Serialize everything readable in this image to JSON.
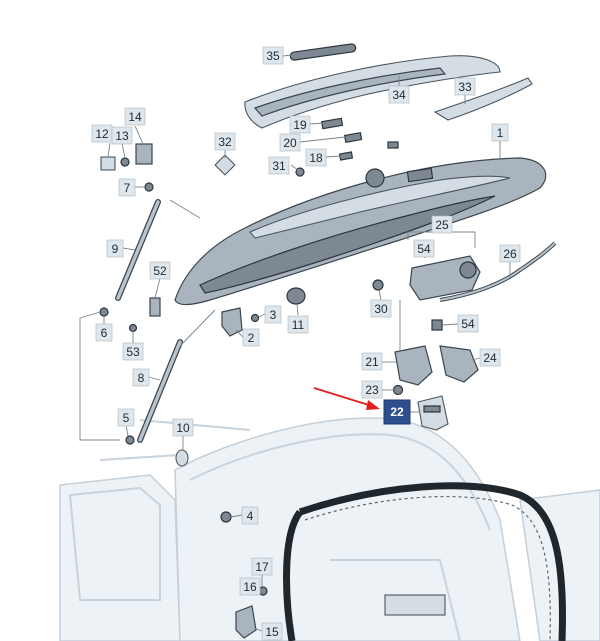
{
  "highlight_color": "#2d4f8c",
  "arrow_color": "#e0201c",
  "labels": {
    "p1": "1",
    "p2": "2",
    "p3": "3",
    "p4": "4",
    "p5": "5",
    "p6": "6",
    "p7": "7",
    "p8": "8",
    "p9": "9",
    "p10": "10",
    "p11": "11",
    "p12": "12",
    "p13": "13",
    "p14": "14",
    "p15": "15",
    "p16": "16",
    "p17": "17",
    "p18": "18",
    "p19": "19",
    "p20": "20",
    "p21": "21",
    "p22": "22",
    "p23": "23",
    "p24": "24",
    "p25": "25",
    "p26": "26",
    "p30": "30",
    "p31": "31",
    "p32": "32",
    "p33": "33",
    "p34": "34",
    "p35": "35",
    "p52": "52",
    "p53": "53",
    "p54a": "54",
    "p54b": "54"
  },
  "highlighted_part": "22"
}
